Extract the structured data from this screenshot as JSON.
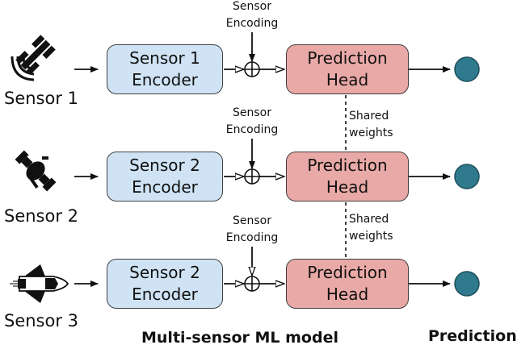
{
  "colors": {
    "encoder_fill": "#cfe3f5",
    "head_fill": "#e9a9a6",
    "output_node": "#2f7a8c",
    "stroke": "#3f3f3f"
  },
  "rows": [
    {
      "sensor_icon": "satellite-dish-icon",
      "sensor_label": "Sensor 1",
      "encoder_line1": "Sensor 1",
      "encoder_line2": "Encoder",
      "encoding_line1": "Sensor",
      "encoding_line2": "Encoding",
      "head_line1": "Prediction",
      "head_line2": "Head"
    },
    {
      "sensor_icon": "satellite-icon",
      "sensor_label": "Sensor 2",
      "encoder_line1": "Sensor 2",
      "encoder_line2": "Encoder",
      "encoding_line1": "Sensor",
      "encoding_line2": "Encoding",
      "head_line1": "Prediction",
      "head_line2": "Head"
    },
    {
      "sensor_icon": "space-shuttle-icon",
      "sensor_label": "Sensor 3",
      "encoder_line1": "Sensor 2",
      "encoder_line2": "Encoder",
      "encoding_line1": "Sensor",
      "encoding_line2": "Encoding",
      "head_line1": "Prediction",
      "head_line2": "Head"
    }
  ],
  "shared_weights": [
    {
      "line1": "Shared",
      "line2": "weights"
    },
    {
      "line1": "Shared",
      "line2": "weights"
    }
  ],
  "footer": {
    "model_label": "Multi-sensor ML model",
    "predictions_label": "Prediction"
  }
}
